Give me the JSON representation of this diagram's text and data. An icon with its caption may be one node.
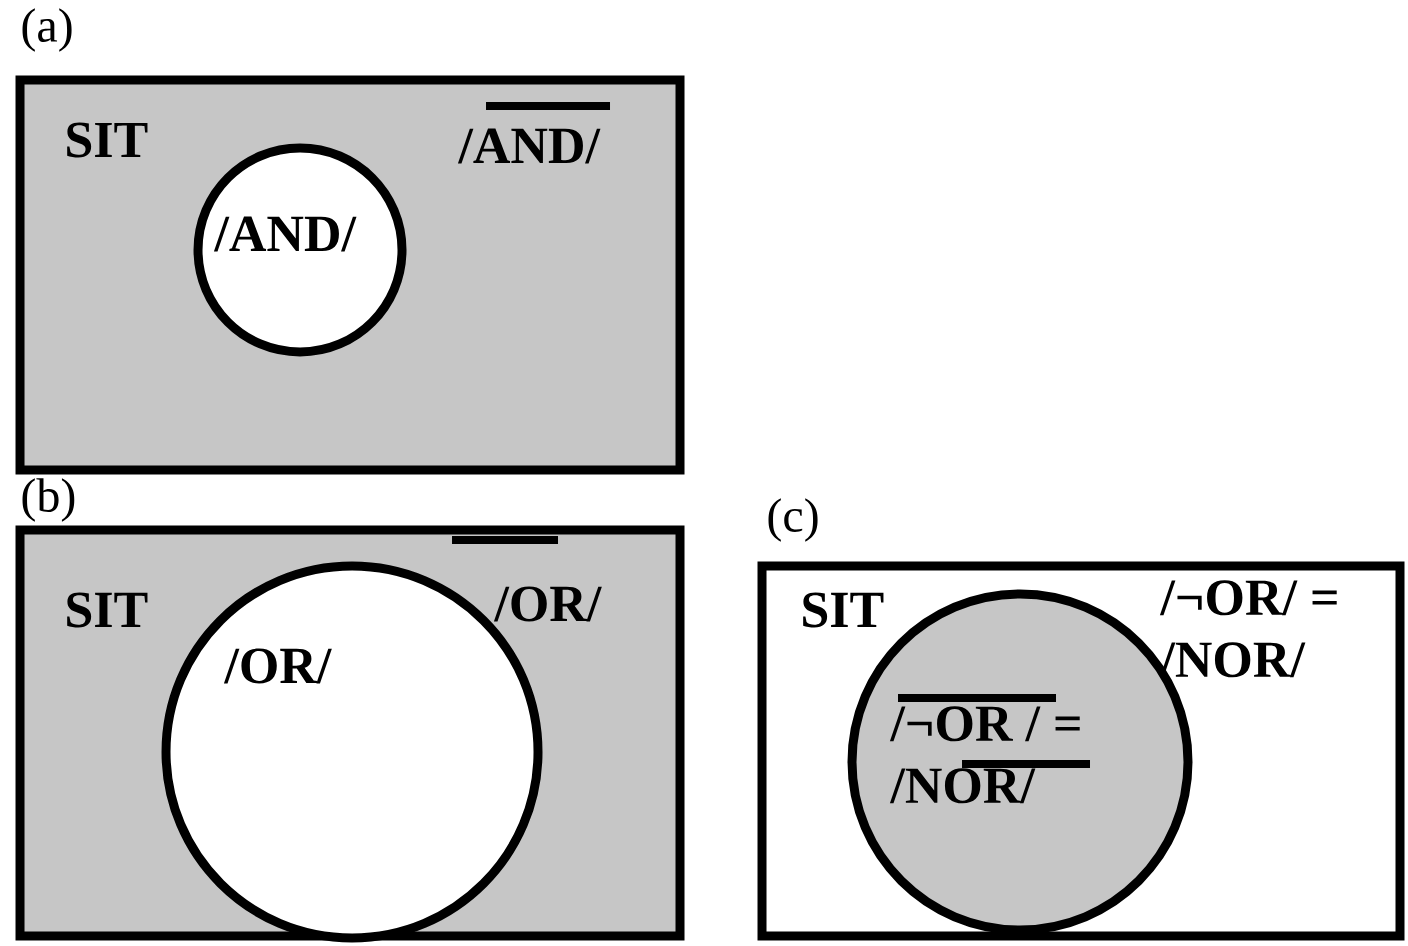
{
  "diagram": {
    "nodes": [
      {
        "text": [
          "SIT",
          "/AND/"
        ]
      },
      {
        "text": [
          "/AND/"
        ],
        "in": 0
      },
      {
        "text": [
          "SIT",
          "/OR/"
        ]
      },
      {
        "text": [
          "/OR/"
        ],
        "in": 2
      },
      {
        "text": [
          "SIT",
          "/¬OR/ = /NOR/"
        ]
      },
      {
        "text": [
          "/¬OR / = /NOR/"
        ],
        "in": 4
      }
    ],
    "labels": [
      "(a)",
      "(b)",
      "(c)"
    ]
  }
}
